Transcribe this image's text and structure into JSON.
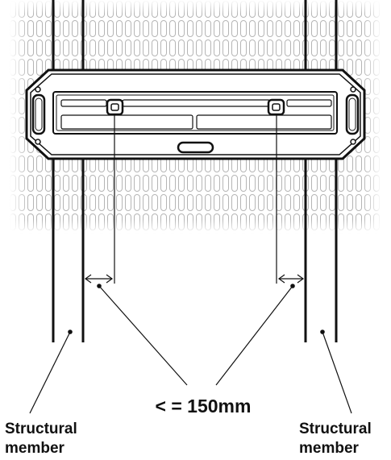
{
  "labels": {
    "dimension": "< = 150mm",
    "left_member_line1": "Structural",
    "left_member_line2": "member",
    "right_member_line1": "Structural",
    "right_member_line2": "member"
  },
  "colors": {
    "ink": "#111111",
    "grid_line": "#bdbdbd",
    "panel_fill": "#ffffff"
  }
}
